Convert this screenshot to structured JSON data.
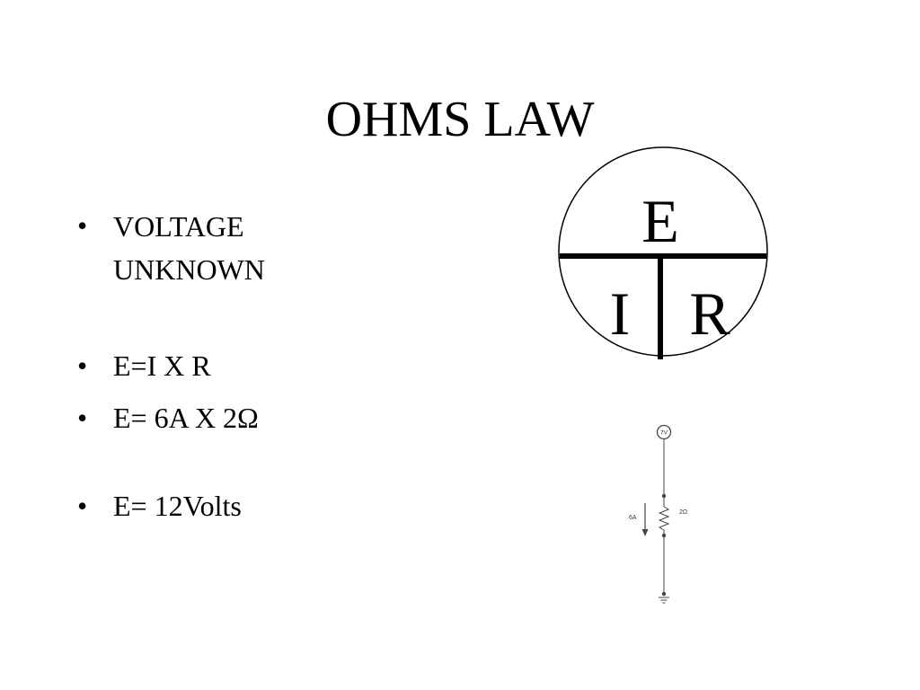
{
  "slide": {
    "title": "OHMS LAW",
    "bullets": [
      {
        "text": "VOLTAGE UNKNOWN"
      },
      {
        "text": "E=I X R"
      },
      {
        "text": "E= 6A X 2Ω"
      },
      {
        "text": "E= 12Volts"
      }
    ],
    "bullet_symbol": "•"
  },
  "ohms_triangle": {
    "top": "E",
    "bottom_left": "I",
    "bottom_right": "R"
  },
  "circuit": {
    "source_label": "7V",
    "current_label": "6A",
    "resistor_label": "2Ω"
  }
}
